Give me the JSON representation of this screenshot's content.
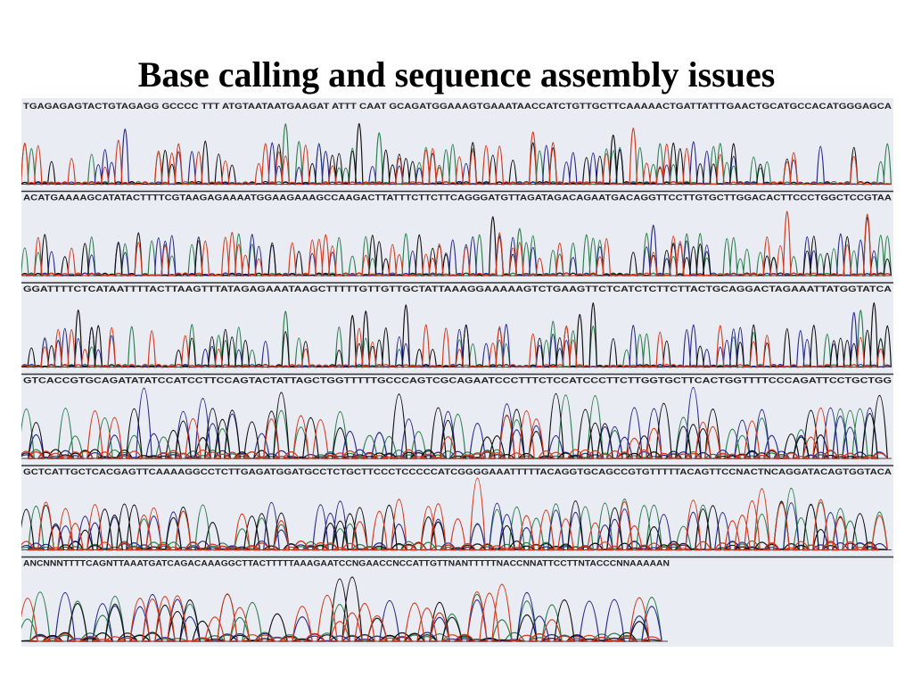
{
  "slide": {
    "title": "Base calling and sequence assembly issues"
  },
  "figure": {
    "description_icon": "dna-sequencing-chromatogram",
    "trace_colors": {
      "A": "#2e7d4f",
      "C": "#2a2a8c",
      "G": "#111111",
      "T": "#d23a1e"
    },
    "background_color": "#e9ecf2",
    "rows": [
      {
        "bases": "TGAGAGAGTACTGTAGAGG GCCCC TTT ATGTAATAATGAAGAT ATTT CAAT GCAGATGGAAAGTGAAATAACCATCTGTTGCTTCAAAAACTGATTATTTGAACTGCATGCCACATGGGAGCA"
      },
      {
        "bases": "ACATGAAAAGCATATACTTTTCGTAAGAGAAAATGGAAGAAAGCCAAGACTTATTTCTTCTTCAGGGATGTTAGATAGACAGAATGACAGGTTCCTTGTGCTTGGACACTTCCCTGGCTCCGTAA"
      },
      {
        "bases": "GGATTTTCTCATAATTTTACTTAAGTTTATAGAGAAATAAGCTTTTTGTTGTTGCTATTAAAGGAAAAAGTCTGAAGTTCTCATCTCTTCTTACTGCAGGACTAGAAATTATGGTATCA"
      },
      {
        "bases": "GTCACCGTGCAGATATATCCATCCTTCCAGTACTATTAGCTGGTTTTTGCCCAGTCGCAGAATCCCTTTCTCCATCCCTTCTTGGTGCTTCACTGGTTTTCCCAGATTCCTGCTGG"
      },
      {
        "bases": "GCTCATTGCTCACGAGTTCAAAAGGCCTCTTGAGATGGATGCCTCTGCTTCCCTCCCCCATCGGGGAAATTTTTACAGGTGCAGCCGTGTTTTTACAGTTCCNACTNCAGGATACAGTGGTACA"
      },
      {
        "bases": "ANCNNNTTTTCAGNTTAAATGATCAGACAAAGGCTTACTTTTTAAAGAATCCNGAACCNCCATTGTTNANTTTTTNACCNNATTCCTTNTACCCNNAAAAAN"
      }
    ]
  }
}
